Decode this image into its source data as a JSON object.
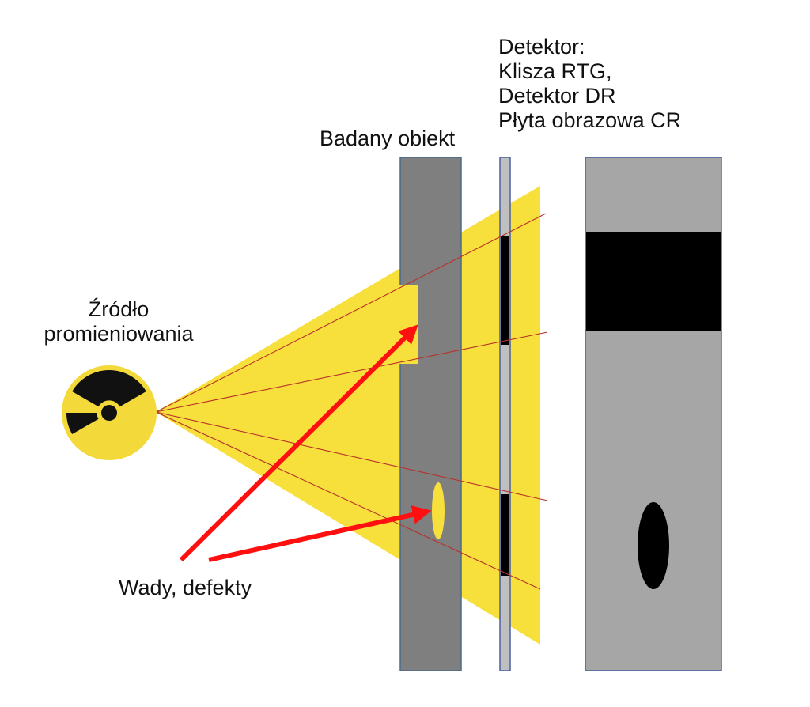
{
  "labels": {
    "source": [
      "Źródło",
      "promieniowania"
    ],
    "object": "Badany obiekt",
    "detector": [
      "Detektor:",
      "Klisza RTG,",
      "Detektor DR",
      "Płyta obrazowa CR"
    ],
    "defects": "Wady, defekty"
  },
  "icons": {
    "source": "radiation-trefoil-icon"
  },
  "colors": {
    "beam": "#f7df3c",
    "source_fill": "#f3d93a",
    "source_symbol": "#111111",
    "object_fill": "#7f7f7f",
    "object_border": "#4a6a8a",
    "detector_fill": "#bfbfbf",
    "detector_border": "#4a62a0",
    "image_fill": "#a6a6a6",
    "image_border": "#4a62a0",
    "shadow": "#000000",
    "ray": "#c0392b",
    "arrow": "#ff0f0f",
    "defect": "#f7df3c"
  }
}
